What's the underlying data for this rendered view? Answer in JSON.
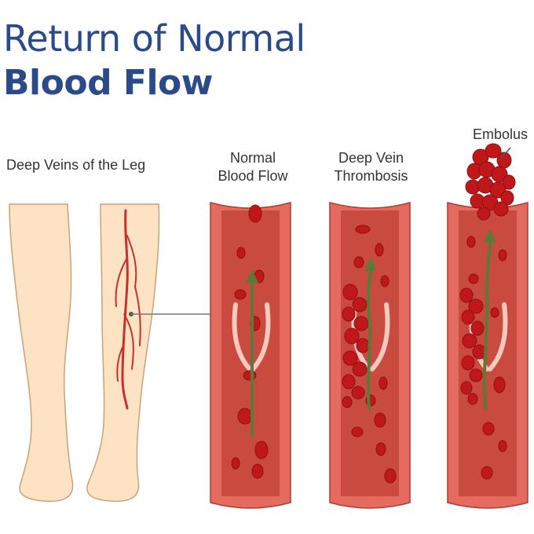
{
  "title": {
    "line1": "Return of Normal",
    "line2": "Blood Flow"
  },
  "labels": {
    "legs": "Deep Veins of the Leg",
    "normal_line1": "Normal",
    "normal_line2": "Blood Flow",
    "dvt_line1": "Deep Vein",
    "dvt_line2": "Thrombosis",
    "embolus": "Embolus"
  },
  "colors": {
    "title": "#2a4a8a",
    "skin": "#fde3c4",
    "skin_outline": "#c8a27a",
    "vein": "#c8302e",
    "vessel_outer": "#e56a5f",
    "vessel_inner": "#c94a3f",
    "valve": "#f7c9bd",
    "blood_cell": "#c0181a",
    "flow_arrow": "#5b7a3a"
  },
  "icons": [
    "flow-arrow-icon",
    "blood-cell-icon",
    "valve-icon"
  ]
}
